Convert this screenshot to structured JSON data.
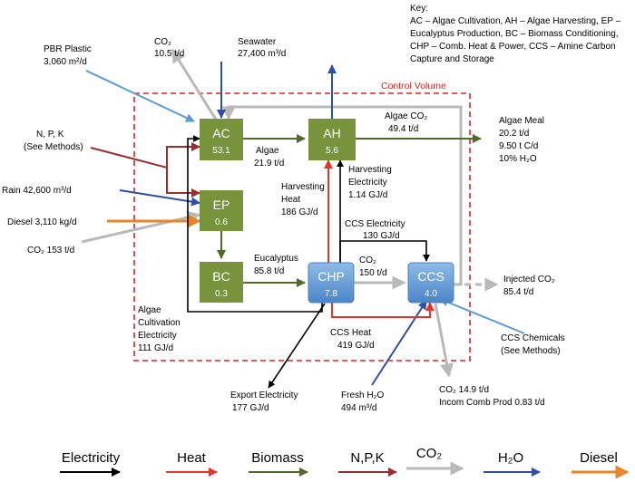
{
  "key": {
    "title": "Key:",
    "lines": [
      "AC – Algae Cultivation, AH – Algae Harvesting, EP –",
      "Eucalyptus Production, BC – Biomass Conditioning,",
      "CHP – Comb. Heat & Power, CCS – Amine Carbon",
      "Capture and Storage"
    ]
  },
  "control_volume": "Control Volume",
  "colors": {
    "electricity": "#000000",
    "heat": "#e8352b",
    "biomass": "#4e6b2a",
    "npk": "#9b2e2e",
    "co2": "#b9b9b9",
    "h2o": "#2e4fa3",
    "diesel": "#e8842a",
    "algae_box": "#77943c",
    "process_box": "#5b9bd5",
    "control_volume": "#e02020"
  },
  "nodes": {
    "ac": {
      "abbr": "AC",
      "value": "53.1"
    },
    "ah": {
      "abbr": "AH",
      "value": "5.6"
    },
    "ep": {
      "abbr": "EP",
      "value": "0.6"
    },
    "bc": {
      "abbr": "BC",
      "value": "0.3"
    },
    "chp": {
      "abbr": "CHP",
      "value": "7.8"
    },
    "ccs": {
      "abbr": "CCS",
      "value": "4.0"
    }
  },
  "labels": {
    "pbr_plastic": [
      "PBR Plastic",
      "3,060 m²/d"
    ],
    "co2_top": [
      "CO₂",
      "10.5 t/d"
    ],
    "seawater": [
      "Seawater",
      "27,400 m³/d"
    ],
    "npk": [
      "N, P, K",
      "(See Methods)"
    ],
    "rain": "Rain 42,600 m³/d",
    "diesel": "Diesel 3,110 kg/d",
    "co2_in": "CO₂ 153 t/d",
    "algae_flow": [
      "Algae",
      "21.9 t/d"
    ],
    "algae_co2": [
      "Algae CO₂",
      "49.4 t/d"
    ],
    "algae_meal": [
      "Algae Meal",
      "20.2 t/d",
      "9.50 t C/d",
      "10% H₂O"
    ],
    "harv_heat": [
      "Harvesting",
      "Heat",
      "186 GJ/d"
    ],
    "harv_elec": [
      "Harvesting",
      "Electricity",
      "1.14 GJ/d"
    ],
    "ccs_elec": [
      "CCS Electricity",
      "130 GJ/d"
    ],
    "eucalyptus": [
      "Eucalyptus",
      "85.8 t/d"
    ],
    "co2_mid": [
      "CO₂",
      "150 t/d"
    ],
    "injected_co2": [
      "Injected CO₂",
      "85.4 t/d"
    ],
    "algae_cult_elec": [
      "Algae",
      "Cultivation",
      "Electricity",
      "111 GJ/d"
    ],
    "ccs_heat": [
      "CCS Heat",
      "419 GJ/d"
    ],
    "ccs_chem": [
      "CCS Chemicals",
      "(See Methods)"
    ],
    "export_elec": [
      "Export Electricity",
      "177 GJ/d"
    ],
    "fresh_h2o": [
      "Fresh H₂O",
      "494 m³/d"
    ],
    "co2_out": [
      "CO₂ 14.9 t/d",
      "Incom Comb Prod 0.83 t/d"
    ]
  },
  "legend": [
    {
      "label": "Electricity",
      "color": "#000000"
    },
    {
      "label": "Heat",
      "color": "#e8352b"
    },
    {
      "label": "Biomass",
      "color": "#4e6b2a"
    },
    {
      "label": "N,P,K",
      "color": "#9b2e2e"
    },
    {
      "label": "CO₂",
      "color": "#b9b9b9"
    },
    {
      "label": "H₂O",
      "color": "#2e4fa3"
    },
    {
      "label": "Diesel",
      "color": "#e8842a"
    }
  ]
}
